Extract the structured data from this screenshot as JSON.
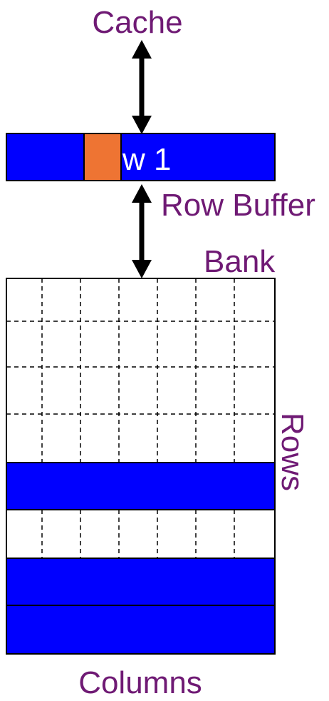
{
  "labels": {
    "cache": "Cache",
    "row_buffer_text": "w 1",
    "row_buffer": "Row Buffer",
    "bank": "Bank",
    "rows": "Rows",
    "columns": "Columns"
  },
  "colors": {
    "label": "#6f1a74",
    "row_fill": "#0000ff",
    "selected_cell": "#ee7433",
    "buffer_text": "#ffffff",
    "arrow": "#000000"
  }
}
